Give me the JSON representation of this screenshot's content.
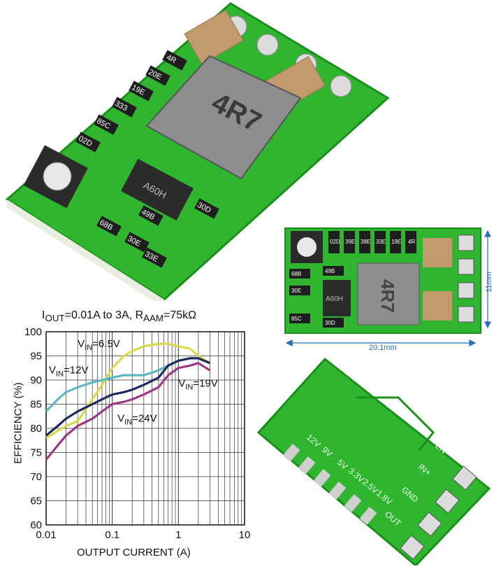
{
  "colors": {
    "pcb_green": "#2fb52f",
    "pcb_dark": "#1a8f1a",
    "inductor_gray": "#8e8e8e",
    "capacitor_tan": "#c29a6d",
    "pad_silver": "#d9d9d9",
    "dimension_blue": "#2a6fb5"
  },
  "board_top": {
    "inductor_marking": "4R7",
    "ic_marking": "A60H",
    "resistor_codes": [
      "02D",
      "85C",
      "333",
      "19E",
      "20E",
      "4R"
    ],
    "lower_codes": [
      "68B",
      "30E",
      "33E",
      "30D",
      "49B"
    ]
  },
  "board_front": {
    "inductor_marking": "4R7",
    "ic_marking": "A60H",
    "resistor_codes": [
      "02D",
      "39E",
      "38E",
      "33E",
      "19E",
      "4R"
    ],
    "side_codes": [
      "68B",
      "30E",
      "85C",
      "30D",
      "49B"
    ],
    "width_label": "20.1mm",
    "height_label": "11mm"
  },
  "board_back": {
    "silk_labels": [
      "EN",
      "IN+",
      "GND",
      "OUT",
      "12V",
      "9V",
      "5V",
      "3.3V",
      "2.5V",
      "1.8V"
    ]
  },
  "chart_data": {
    "type": "line",
    "title": "IOUT=0.01A to 3A, RAAM=75kΩ",
    "title_parts": {
      "i": "I",
      "i_sub": "OUT",
      "mid": "=0.01A to 3A, R",
      "r_sub": "AAM",
      "end": "=75kΩ"
    },
    "xlabel": "OUTPUT CURRENT (A)",
    "ylabel": "EFFICIENCY (%)",
    "xscale": "log",
    "xlim": [
      0.01,
      10
    ],
    "ylim": [
      60,
      100
    ],
    "xticks": [
      0.01,
      0.1,
      1,
      10
    ],
    "xtick_labels": [
      "0.01",
      "0.1",
      "1",
      "10"
    ],
    "yticks": [
      60,
      65,
      70,
      75,
      80,
      85,
      90,
      95,
      100
    ],
    "grid": true,
    "series": [
      {
        "name": "VIN=6.5V",
        "label_main": "V",
        "label_sub": "IN",
        "label_val": "=6.5V",
        "color": "#d9d94f",
        "x": [
          0.01,
          0.015,
          0.02,
          0.03,
          0.05,
          0.07,
          0.1,
          0.15,
          0.2,
          0.3,
          0.5,
          0.7,
          1,
          1.5,
          2,
          3
        ],
        "y": [
          78,
          79.5,
          80.5,
          81.5,
          86,
          89,
          92.5,
          95,
          96,
          97,
          97.5,
          97.5,
          97,
          96.5,
          95,
          93.5
        ]
      },
      {
        "name": "VIN=12V",
        "label_main": "V",
        "label_sub": "IN",
        "label_val": "=12V",
        "color": "#5fb7c4",
        "x": [
          0.01,
          0.015,
          0.02,
          0.03,
          0.05,
          0.07,
          0.1,
          0.15,
          0.2,
          0.3,
          0.5,
          0.7,
          1,
          1.5,
          2,
          3
        ],
        "y": [
          83.5,
          86,
          87.5,
          88.5,
          89.5,
          90,
          90.5,
          91,
          91,
          91,
          92,
          93,
          94,
          94.5,
          94.5,
          93.5
        ]
      },
      {
        "name": "VIN=19V",
        "label_main": "V",
        "label_sub": "IN",
        "label_val": "=19V",
        "color": "#1f2a5c",
        "x": [
          0.01,
          0.015,
          0.02,
          0.03,
          0.05,
          0.07,
          0.1,
          0.15,
          0.2,
          0.3,
          0.5,
          0.7,
          1,
          1.5,
          2,
          3
        ],
        "y": [
          78.5,
          80.5,
          82,
          83.5,
          85,
          86,
          87,
          87.5,
          88,
          89,
          90.5,
          93,
          94,
          94.5,
          94.5,
          93.5
        ]
      },
      {
        "name": "VIN=24V",
        "label_main": "V",
        "label_sub": "IN",
        "label_val": "=24V",
        "color": "#9a3a86",
        "x": [
          0.01,
          0.015,
          0.02,
          0.03,
          0.05,
          0.07,
          0.1,
          0.15,
          0.2,
          0.3,
          0.5,
          0.7,
          1,
          1.5,
          2,
          3
        ],
        "y": [
          73.5,
          76.5,
          78.5,
          80.5,
          82,
          83.5,
          85,
          85.5,
          86,
          87,
          88.5,
          91,
          92.5,
          93,
          93.5,
          92
        ]
      }
    ]
  }
}
